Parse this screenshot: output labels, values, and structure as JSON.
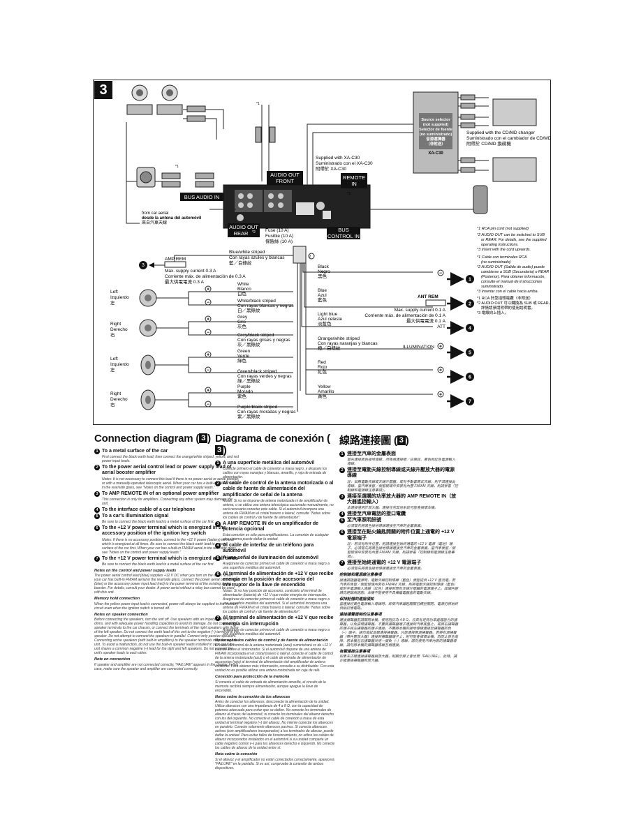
{
  "diagram": {
    "section_number": "3",
    "audio_out_front": "AUDIO OUT\nFRONT",
    "bus_audio_in": "BUS AUDIO IN",
    "remote_in": "REMOTE\nIN",
    "audio_out_rear": "AUDIO OUT\nREAR",
    "audio_out_rear_sup": "*2",
    "bus_control_in": "BUS\nCONTROL IN",
    "star1": "*1",
    "star3": "*3",
    "source_selector": [
      "Source selector",
      "(not supplied)",
      "Selector de fuente",
      "(no suministrado)",
      "音源選擇器",
      "（非附送）",
      "XA-C30"
    ],
    "supplied_xa": [
      "Supplied with XA-C30",
      "Suministrado con el XA-C30",
      "附帶於 XA-C30"
    ],
    "supplied_cd": [
      "Supplied with the CD/MD changer",
      "Suministrado con el cambiador de CD/MD",
      "附帶於 CD/MD 換碟機"
    ],
    "car_aerial": [
      "from car aerial",
      "desde la antena del automóvil",
      "來自汽車天線"
    ],
    "fuse": [
      "Fuse (10 A)",
      "Fusible (10 A)",
      "保險絲 (10 A)"
    ],
    "blue_white": [
      "Blue/white striped",
      "Con rayas azules y blancas",
      "藍／白條紋"
    ],
    "amp_rem": "AMP REM",
    "amp_rem_current": [
      "Max. supply current 0.3 A",
      "Corriente máx. de alimentación de 0.3 A",
      "最大供電電流 0.3 A"
    ],
    "left": [
      "Left",
      "Izquierdo",
      "左"
    ],
    "right": [
      "Right",
      "Derecho",
      "右"
    ],
    "wires_left": [
      [
        "White",
        "Blanco",
        "白色"
      ],
      [
        "White/black striped",
        "Con rayas blancas y negras",
        "白／黑條紋"
      ],
      [
        "Grey",
        "Gris",
        "灰色"
      ],
      [
        "Grey/black striped",
        "Con rayas grises y negras",
        "灰／黑條紋"
      ],
      [
        "Green",
        "Verde",
        "綠色"
      ],
      [
        "Green/black striped",
        "Con rayas verdes y negras",
        "綠／黑條紋"
      ],
      [
        "Purple",
        "Morado",
        "紫色"
      ],
      [
        "Purple/black striped",
        "Con rayas moradas y negras",
        "紫／黑條紋"
      ]
    ],
    "wires_right": [
      [
        "Black",
        "Negro",
        "黑色"
      ],
      [
        "Blue",
        "Azul",
        "藍色"
      ],
      [
        "Light blue",
        "Azul celeste",
        "淡藍色"
      ],
      [
        "Orange/white striped",
        "Con rayas naranjas y blancas",
        "橙／白條紋"
      ],
      [
        "Red",
        "Rojo",
        "紅色"
      ],
      [
        "Yellow",
        "Amarillo",
        "黃色"
      ]
    ],
    "ant_rem": "ANT REM",
    "ant_current": [
      "Max. supply current 0.1 A",
      "Corriente máx. de alimentación de 0.1 A",
      "最大供電電流 0.1 A"
    ],
    "att": "ATT",
    "illumination": "ILLUMINATION",
    "notes": [
      "*1 RCA pin cord (not supplied)",
      "*2 AUDIO OUT can be switched to SUB or REAR. For details, see the supplied operating instructions.",
      "*3 Insert with the cord upwards.",
      "*1 Cable con terminales RCA (no suministrado)",
      "*2 AUDIO OUT (Salida de audio) puede cambiarse a SUB (Secundaria) o REAR (Posterior). Para obtener información, consulte el manual de instrucciones suministrado.",
      "*3 Insertar con el cable hacia arriba.",
      "*1 RCA 針型插頭電纜（非附送）",
      "*2 AUDIO OUT 可以轉換為 SUB 或 REAR。詳情請參閱附帶的使用說明書。",
      "*3 電線向上插入。"
    ],
    "callouts": [
      "1",
      "2",
      "3",
      "4",
      "5",
      "6",
      "7"
    ]
  },
  "english": {
    "title": "Connection diagram (",
    "title_num": "3",
    "title_end": ")",
    "items": [
      {
        "n": "1",
        "t": "To a metal surface of the car",
        "d": "First connect the black earth lead, then connect the orange/white striped, yellow, and red power input leads."
      },
      {
        "n": "2",
        "t": "To the power aerial control lead or power supply lead of aerial booster amplifier",
        "d": "Notes: It is not necessary to connect this lead if there is no power aerial or aerial booster, or with a manually-operated telescopic aerial. When your car has a built-in FM/AM aerial in the rear/side glass, see \"Notes on the control and power supply leads.\""
      },
      {
        "n": "3",
        "t": "To AMP REMOTE IN of an optional power amplifier",
        "d": "This connection is only for amplifiers. Connecting any other system may damage the unit."
      },
      {
        "n": "4",
        "t": "To the interface cable of a car telephone",
        "d": ""
      },
      {
        "n": "5",
        "t": "To a car's illumination signal",
        "d": "Be sure to connect the black earth lead to a metal surface of the car first."
      },
      {
        "n": "6",
        "t": "To the +12 V power terminal which is energized in the accessory position of the ignition key switch",
        "d": "Notes: If there is no accessory position, connect to the +12 V power (battery) terminal which is energized at all times. Be sure to connect the black earth lead to a metal surface of the car first. When your car has a built-in FM/AM aerial in the rear/side glass, see \"Notes on the control and power supply leads.\""
      },
      {
        "n": "7",
        "t": "To the +12 V power terminal which is energized at all times",
        "d": "Be sure to connect the black earth lead to a metal surface of the car first."
      }
    ],
    "notes_heading": "Notes on the control and power supply leads",
    "notes_body": "The power aerial control lead (blue) supplies +12 V DC when you turn on the tuner. When your car has built-in FM/AM aerial in the rear/side glass, connect the power aerial control lead (blue) or the accessory power input lead (red) to the power terminal of the existing aerial booster. For details, consult your dealer. A power aerial without a relay box cannot be used with this unit.",
    "memory_heading": "Memory hold connection",
    "memory_body": "When the yellow power input lead is connected, power will always be supplied to the memory circuit even when the ignition switch is turned off.",
    "speaker_heading": "Notes on speaker connection",
    "speaker_body": "Before connecting the speakers, turn the unit off. Use speakers with an impedance of 4 to 8 ohms, and with adequate power handling capacities to avoid its damage. Do not connect the speaker terminals to the car chassis, or connect the terminals of the right speakers with those of the left speaker. Do not connect the earth lead of this unit to the negative (–) terminal of the speaker. Do not attempt to connect the speakers in parallel. Connect only passive speakers. Connecting active speakers (with built-in amplifiers) to the speaker terminals may damage the unit. To avoid a malfunction, do not use the built-in speaker leads installed in your car if the unit shares a common negative (–) lead for the right and left speakers. Do not connect the unit's speaker leads to each other.",
    "connection_heading": "Note on connection",
    "connection_body": "If speaker and amplifier are not connected correctly, \"FAILURE\" appears in the display. In this case, make sure the speaker and amplifier are connected correctly."
  },
  "spanish": {
    "title": "Diagrama de conexión (",
    "title_num": "3",
    "title_end": ")",
    "items": [
      {
        "n": "1",
        "t": "A una superficie metálica del automóvil",
        "d": "Conecte primero el cable de conexión a masa negro, y después los cables con rayas naranjas y blancas, amarillo, y rojo de entrada de alimentación."
      },
      {
        "n": "2",
        "t": "Al cable de control de la antena motorizada o al cable de fuente de alimentación del amplificador de señal de la antena",
        "d": "Notas: Si no se dispone de antena motorizada ni de amplificador de antena, o se utiliza una antena telescópica accionada manualmente, no será necesario conectar este cable. Si el automóvil incorpora una antena de FM/AM en el cristal trasero o lateral, consulte \"Notas sobre los cables de control y de fuente de alimentación\"."
      },
      {
        "n": "3",
        "t": "A AMP REMOTE IN de un amplificador de potencia opcional",
        "d": "Esta conexión es sólo para amplificadores. La conexión de cualquier otro sistema puede dañar la unidad."
      },
      {
        "n": "4",
        "t": "Al cable de interfaz de un teléfono para automóvil",
        "d": ""
      },
      {
        "n": "5",
        "t": "A una señal de iluminación del automóvil",
        "d": "Asegúrese de conectar primero el cable de conexión a masa negro a una superficie metálica del automóvil."
      },
      {
        "n": "6",
        "t": "Al terminal de alimentación de +12 V que recibe energía en la posición de accesorio del interruptor de la llave de encendido",
        "d": "Notas: Si no hay posición de accesorio, conéctelo al terminal de alimentación (batería) de +12 V que recibe energía sin interrupción. Asegúrese de conectar primero el cable de conexión a masa negro a una superficie metálica del automóvil. Si el automóvil incorpora una antena de FM/AM en el cristal trasero o lateral, consulte \"Notas sobre los cables de control y de fuente de alimentación\"."
      },
      {
        "n": "7",
        "t": "Al terminal de alimentación de +12 V que recibe energía sin interrupción",
        "d": "Asegúrese de conectar primero el cable de conexión a masa negro a una superficie metálica del automóvil."
      }
    ],
    "notes_heading": "Notas sobre los cables de control y de fuente de alimentación",
    "notes_body": "El cable de control de la antena motorizada (azul) suministrará cc de +12 V cuando active el sintonizador. Si el automóvil dispone de una antena de FM/AM incorporada en el cristal trasero o lateral, conecte el cable de control de la antena motorizada (azul) o el cable de entrada de alimentación de accesorios (rojo) al terminal de alimentación del amplificador de antena existente. Para obtener más información, consulte a su distribuidor. Con esta unidad no es posible utilizar una antena motorizada sin caja de relé.",
    "memory_heading": "Conexión para protección de la memoria",
    "memory_body": "Si conecta el cable de entrada de alimentación amarillo, el circuito de la memoria recibirá siempre alimentación, aunque apague la llave de encendido.",
    "speaker_heading": "Notas sobre la conexión de los altavoces",
    "speaker_body": "Antes de conectar los altavoces, desconecte la alimentación de la unidad. Utilice altavoces con una impedancia de 4 a 8 Ω, con la capacidad de potencia adecuada para evitar que se dañen. No conecte los terminales de altavoz al chasis del automóvil, ni conecte los terminales del altavoz derecho con los del izquierdo. No conecte el cable de conexión a masa de esta unidad al terminal negativo (–) del altavoz. No intente conectar los altavoces en paralelo. Conecte solamente altavoces pasivos. Si conecta altavoces activos (con amplificadores incorporados) a los terminales de altavoz, puede dañar la unidad. Para evitar fallos de funcionamiento, no utilice los cables de altavoz incorporados instalados en el automóvil si su unidad comparte un cable negativo común (–) para los altavoces derecho e izquierdo. No conecte los cables de altavoz de la unidad entre sí.",
    "connection_heading": "Nota sobre la conexión",
    "connection_body": "Si el altavoz y el amplificador no están conectados correctamente, aparecerá \"FAILURE\" en la pantalla. Si es así, compruebe la conexión de ambos dispositivos."
  },
  "chinese": {
    "title": "線路連接圖 (",
    "title_num": "3",
    "title_end": ")",
    "items": [
      {
        "n": "1",
        "t": "連接至汽車的金屬表面",
        "d": "首先連接黑色接地導線，然後再連接橙／白條紋、黃色和紅色電源輸入導線。"
      },
      {
        "n": "2",
        "t": "連接至電動天線控制導線或天線升壓放大器的電源導線",
        "d": "註：如無電動天線或天線升壓器，或有手動套筒式天線，則不須連接此導線。當汽車後窗／側窗玻璃中安裝有內置 FM/AM 天線，則請參看「控制線和電源線注意事項」。"
      },
      {
        "n": "3",
        "t": "連接至選購的功率放大器的 AMP REMOTE IN（放大器遙控輸入）",
        "d": "本連接僅用於放大器。連接任何其他系統可能會損壞本機。"
      },
      {
        "n": "4",
        "t": "連接至汽車電話的接口電纜",
        "d": ""
      },
      {
        "n": "5",
        "t": "至汽車照明訊號",
        "d": "必須首先將黑色接地導線連接至汽車的金屬表面。"
      },
      {
        "n": "6",
        "t": "連接至在點火鑰匙開關的附件位置上通電的 +12 V 電源端子",
        "d": "註：若沒有附件位置，則請連接至始終通電的 +12 V 電源（電池）端子。必須首先將黑色接地導線連接至汽車的金屬表面。當汽車後窗／側窗玻璃中安裝有內置 FM/AM 天線，則請參看「控制線和電源線注意事項」。"
      },
      {
        "n": "7",
        "t": "連接至始終通電的 +12 V 電源端子",
        "d": "必須首先將黑色接地導線連接至汽車的金屬表面。"
      }
    ],
    "notes_heading": "控制線和電源線注意事項",
    "notes_body": "接通調諧器電源時，電動天線控制導線（藍色）便能提供 +12 V 直流電。若汽車的後窗／側窗玻璃內裝有 FM/AM 天線，則將電動天線控制導線（藍色）或附件電源輸入導線（紅色）連接到現有天線升壓器的電源端子上。詳細內容請向經銷商諮詢。本機不能使用不具備繼電器盒的電動天線。",
    "memory_heading": "保持記憶的連接須知",
    "memory_body": "當連接好黃色電源輸入導線時，即使汽車鑰匙開關已轉至關閉，電源仍將始終供給記憶電路。",
    "speaker_heading": "連接揚聲器時的注意事項",
    "speaker_body": "連接揚聲器前請關閉本機。使用阻抗為 4-8 Ω，且具有足夠功率處理能力的揚聲器，以免損壞揚聲器。不要將揚聲器端子連接到汽車底盤上，或將右揚聲器的端子與左揚聲器的端子連接。不要將本機的接地導線連接至揚聲器的負（–）端子。請勿嘗試並聯連接揚聲器。只能連接無源揚聲器。若將有源揚聲器（帶內置放大器）連接到揚聲器端子上，則可能會損壞本機。為防止發生故障，若本機左右揚聲器共用一個負（–）導線，請勿使用汽車內裝的揚聲器導線。請勿將本機的揚聲器導線互相連接。",
    "connection_heading": "有關連接注意事項",
    "connection_body": "如果未正確連接揚聲器與放大器，則顯示屏上會出現「FAILURE」。此時，請正確連接揚聲器和放大器。"
  }
}
